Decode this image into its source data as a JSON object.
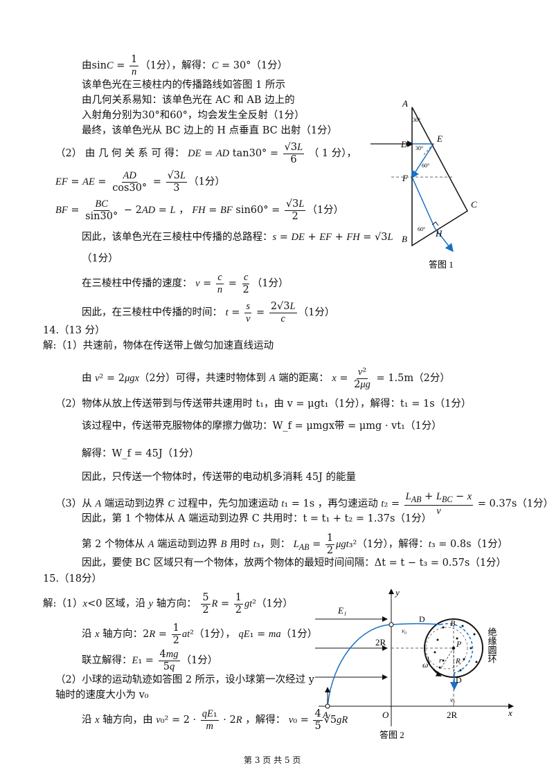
{
  "lines": {
    "l1": "由sinC = 1/n（1分），解得：C = 30°（1分）",
    "l2": "该单色光在三棱柱内的传播路线如答图 1 所示",
    "l3": "由几何关系易知：该单色光在 AC 和 AB 边上的",
    "l4": "入射角分别为30°和60°，均会发生全反射（1分）",
    "l5": "最终，该单色光从 BC 边上的 H 点垂直 BC 出射（1分）",
    "l6": "（2）由几何关系可得：DE = AD tan30° = √3L/6 （1分），",
    "l7": "EF = AE = AD/cos30° = √3L/3 （1分）",
    "l8": "BF = BC/sin30° − 2AD = L ，FH = BF sin60° = √3L/2 （1分）",
    "l9": "因此，该单色光在三棱柱中传播的总路程：s = DE + EF + FH = √3L",
    "l10": "（1分）",
    "l11": "在三棱柱中传播的速度：v = c/n = c/2 （1分）",
    "l12": "因此，在三棱柱中传播的时间：t = s/v = 2√3L/c （1分）",
    "l13": "14.（13 分）",
    "l14": "解:（1）共速前，物体在传送带上做匀加速直线运动",
    "l15": "由 v² = 2μgx（2分）可得，共速时物体到 A 端的距离：x = v²/2μg = 1.5m（2分）",
    "l16": "（2）物体从放上传送带到与传送带共速用时 t₁，由 v = μgt₁（1分），解得：t₁ = 1s（1分）",
    "l17": "该过程中，传送带克服物体的摩擦力做功：W_f = μmgx带 = μmg · vt₁（1分）",
    "l18": "解得：W_f = 45J（1分）",
    "l19": "因此，只传送一个物体时，传送带的电动机多消耗 45J 的能量",
    "l20": "（3）从 A 端运动到边界 C 过程中，先匀加速运动 t₁ = 1s ，再匀速运动 t₂ = (L_AB + L_BC − x)/v = 0.37s（1分）",
    "l21": "因此，第 1 个物体从 A 端运动到边界 C 共用时：t = t₁ + t₂ = 1.37s（1分）",
    "l22": "第 2 个物体从 A 端运动到边界 B 用时 t₃，则：L_AB = ½μgt₃²（1分），解得：t₃ = 0.8s（1分）",
    "l23": "因此，要使 BC 区域只有一个物体，放两个物体的最短时间间隔：Δt = t − t₃ = 0.57s（1分）",
    "l24": "15.（18分）",
    "l25": "解:（1）x<0 区域，沿 y 轴方向：5/2 R = ½gt²（1分）",
    "l26": "沿 x 轴方向：2R = ½at²（1分），qE₁ = ma（1分）",
    "l27": "联立解得：E₁ = 4mg/5q（1分）",
    "l28": "（2）小球的运动轨迹如答图 2 所示，设小球第一次经过 y",
    "l29": "轴时的速度大小为 v₀",
    "l30": "沿 x 轴方向，由 v₀² = 2 · qE₁/m · 2R ，解得：v₀ = 4/5 √(5gR)"
  },
  "fig1": {
    "caption": "答图 1",
    "labels": {
      "A": "A",
      "B": "B",
      "C": "C",
      "D": "D",
      "E": "E",
      "F": "F",
      "H": "H"
    },
    "angles": {
      "a30": "30°",
      "b30": "30°",
      "c60": "60°",
      "d60": "60°"
    }
  },
  "fig2": {
    "caption": "答图 2",
    "labels": {
      "x": "x",
      "y": "y",
      "O": "O",
      "A": "A",
      "E1": "E₁",
      "twoR_y": "2R",
      "twoR_x": "2R",
      "D1": "D",
      "D2": "D",
      "B": "B",
      "P": "P",
      "r": "r",
      "R": "R",
      "omega": "ω",
      "v0a": "v₀",
      "v0b": "v₀",
      "ring": "绝缘圆环"
    }
  },
  "footer": {
    "page": "第 3 页 共 5 页"
  }
}
